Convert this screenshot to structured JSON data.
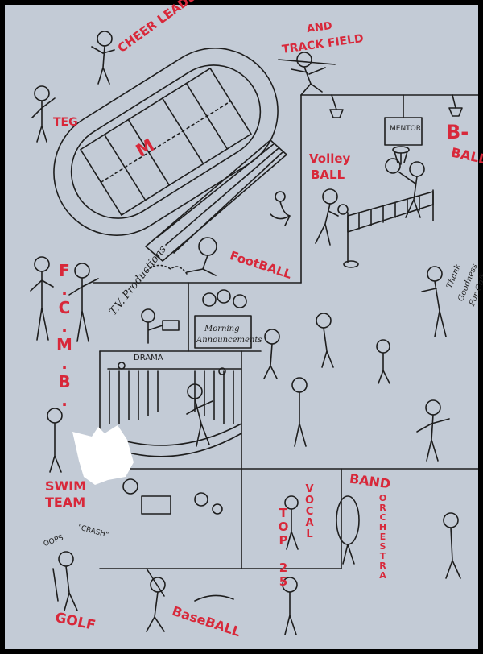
{
  "labels": {
    "cheerleaders": "CHEER LEADERS",
    "track_and_field_top": "AND",
    "track_and_field_bottom": "TRACK FIELD",
    "teg": "TEG",
    "field_letter": "M",
    "b_ball_top": "B-",
    "b_ball_bottom": "BALL",
    "volley_ball_top": "Volley",
    "volley_ball_bottom": "BALL",
    "mentor": "MENTOR",
    "football": "FootBALL",
    "fcmb": "F.C.M.B.",
    "tv_productions": "T.V. Productions",
    "morning_announcements_1": "Morning",
    "morning_announcements_2": "Announcements",
    "thank_goodness_1": "Thank",
    "thank_goodness_2": "Goodness",
    "thank_goodness_3": "For Coffee",
    "drama": "DRAMA",
    "swim_team_top": "SWIM",
    "swim_team_bottom": "TEAM",
    "oops": "OOPS",
    "crash": "\"CRASH\"",
    "golf": "GOLF",
    "baseball": "BaseBALL",
    "top_25": "TOP 25",
    "vocal": "VOCAL",
    "band": "BAND",
    "orchestra": "ORCHESTRA"
  },
  "colors": {
    "paper": "#c3cbd6",
    "ink": "#1e1e1e",
    "red_marker": "#d8283a"
  }
}
